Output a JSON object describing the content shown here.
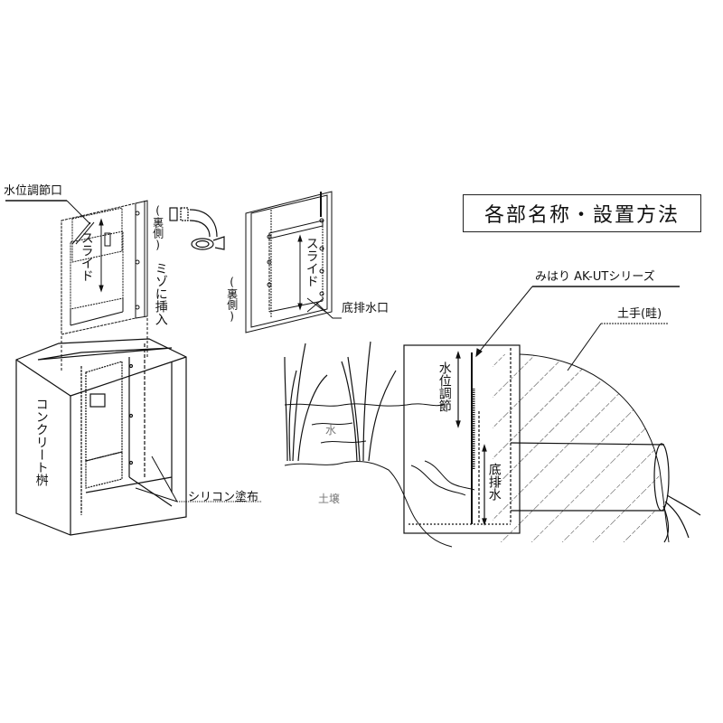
{
  "title": "各部名称・設置方法",
  "labels": {
    "water_level_port": "水位調節口",
    "back_side_top": "(裏側)",
    "back_side_mid": "(裏側)",
    "insert_groove": "ミゾに挿入",
    "slide_left": "スライド",
    "slide_right": "スライド",
    "bottom_drain_port": "底排水口",
    "concrete_box": "コンクリート桝",
    "silicone": "シリコン塗布",
    "product_series": "みはり AK-UTシリーズ",
    "levee": "土手(畦)",
    "water_level_adjust": "水位調節",
    "bottom_drain": "底排水",
    "water": "水",
    "soil": "土壌"
  },
  "colors": {
    "line": "#111111",
    "background": "#ffffff",
    "hatch": "#333333"
  }
}
